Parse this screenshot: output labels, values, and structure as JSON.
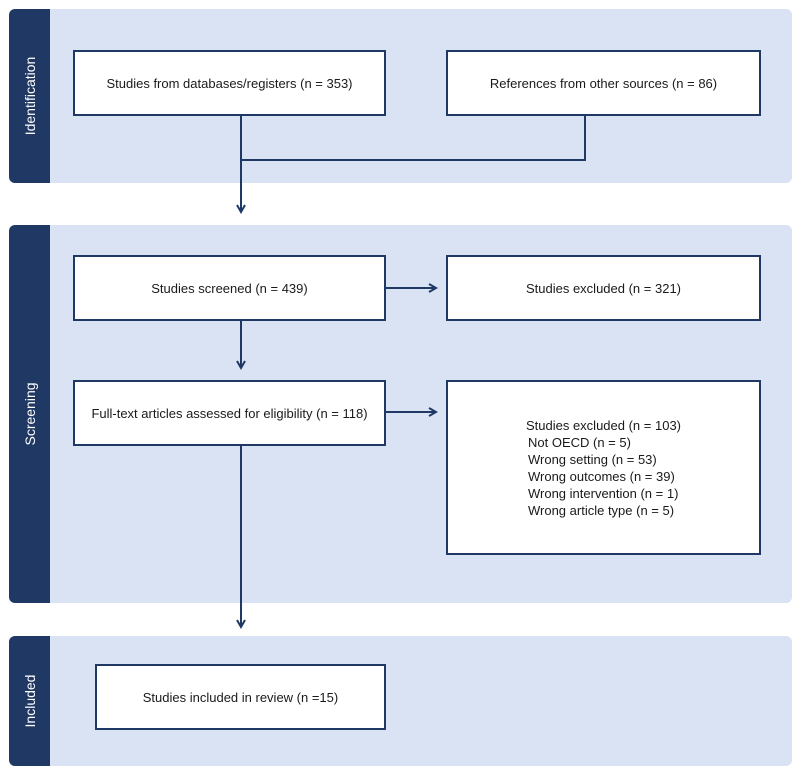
{
  "stages": {
    "identification": "Identification",
    "screening": "Screening",
    "included": "Included"
  },
  "boxes": {
    "databases": "Studies from databases/registers (n = 353)",
    "other_sources": "References from other sources (n = 86)",
    "screened": "Studies screened (n = 439)",
    "excluded_screening": "Studies excluded (n = 321)",
    "fulltext": "Full-text articles assessed for eligibility (n = 118)",
    "excluded_fulltext": {
      "title": "Studies excluded (n = 103)",
      "reasons": [
        "Not OECD (n = 5)",
        "Wrong setting (n = 53)",
        "Wrong outcomes (n = 39)",
        "Wrong intervention (n = 1)",
        "Wrong article type (n = 5)"
      ]
    },
    "included": "Studies included in review (n =15)"
  },
  "colors": {
    "band": "#dae3f3",
    "stage_label": "#1f3864",
    "arrow": "#1f3864"
  }
}
